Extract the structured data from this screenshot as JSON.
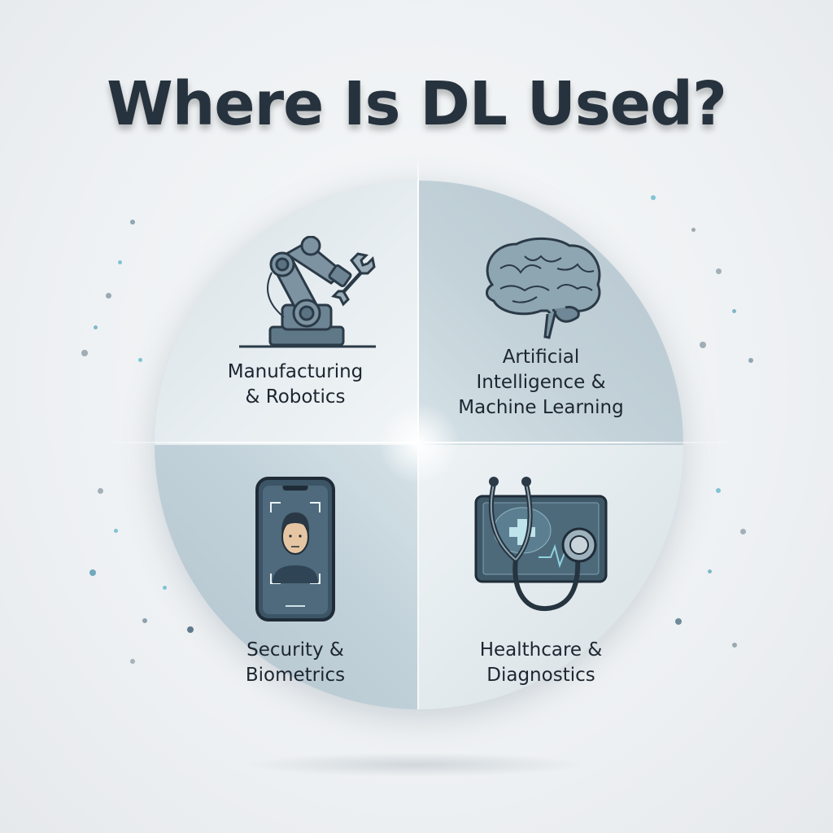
{
  "title": "Where Is DL Used?",
  "quadrants": [
    {
      "position": "top-left",
      "label_line1": "Manufacturing",
      "label_line2": "& Robotics",
      "icon": "robotic-arm-icon"
    },
    {
      "position": "top-right",
      "label_line1": "Artificial",
      "label_line2": "Intelligence &",
      "label_line3": "Machine Learning",
      "icon": "brain-icon"
    },
    {
      "position": "bottom-left",
      "label_line1": "Security &",
      "label_line2": "Biometrics",
      "icon": "phone-face-scan-icon"
    },
    {
      "position": "bottom-right",
      "label_line1": "Healthcare &",
      "label_line2": "Diagnostics",
      "icon": "stethoscope-monitor-icon"
    }
  ],
  "colors": {
    "title": "#26323d",
    "text": "#1d2630",
    "icon_stroke": "#2b3a47",
    "icon_fill": "#6f8796",
    "accent": "#7fc4d4"
  }
}
